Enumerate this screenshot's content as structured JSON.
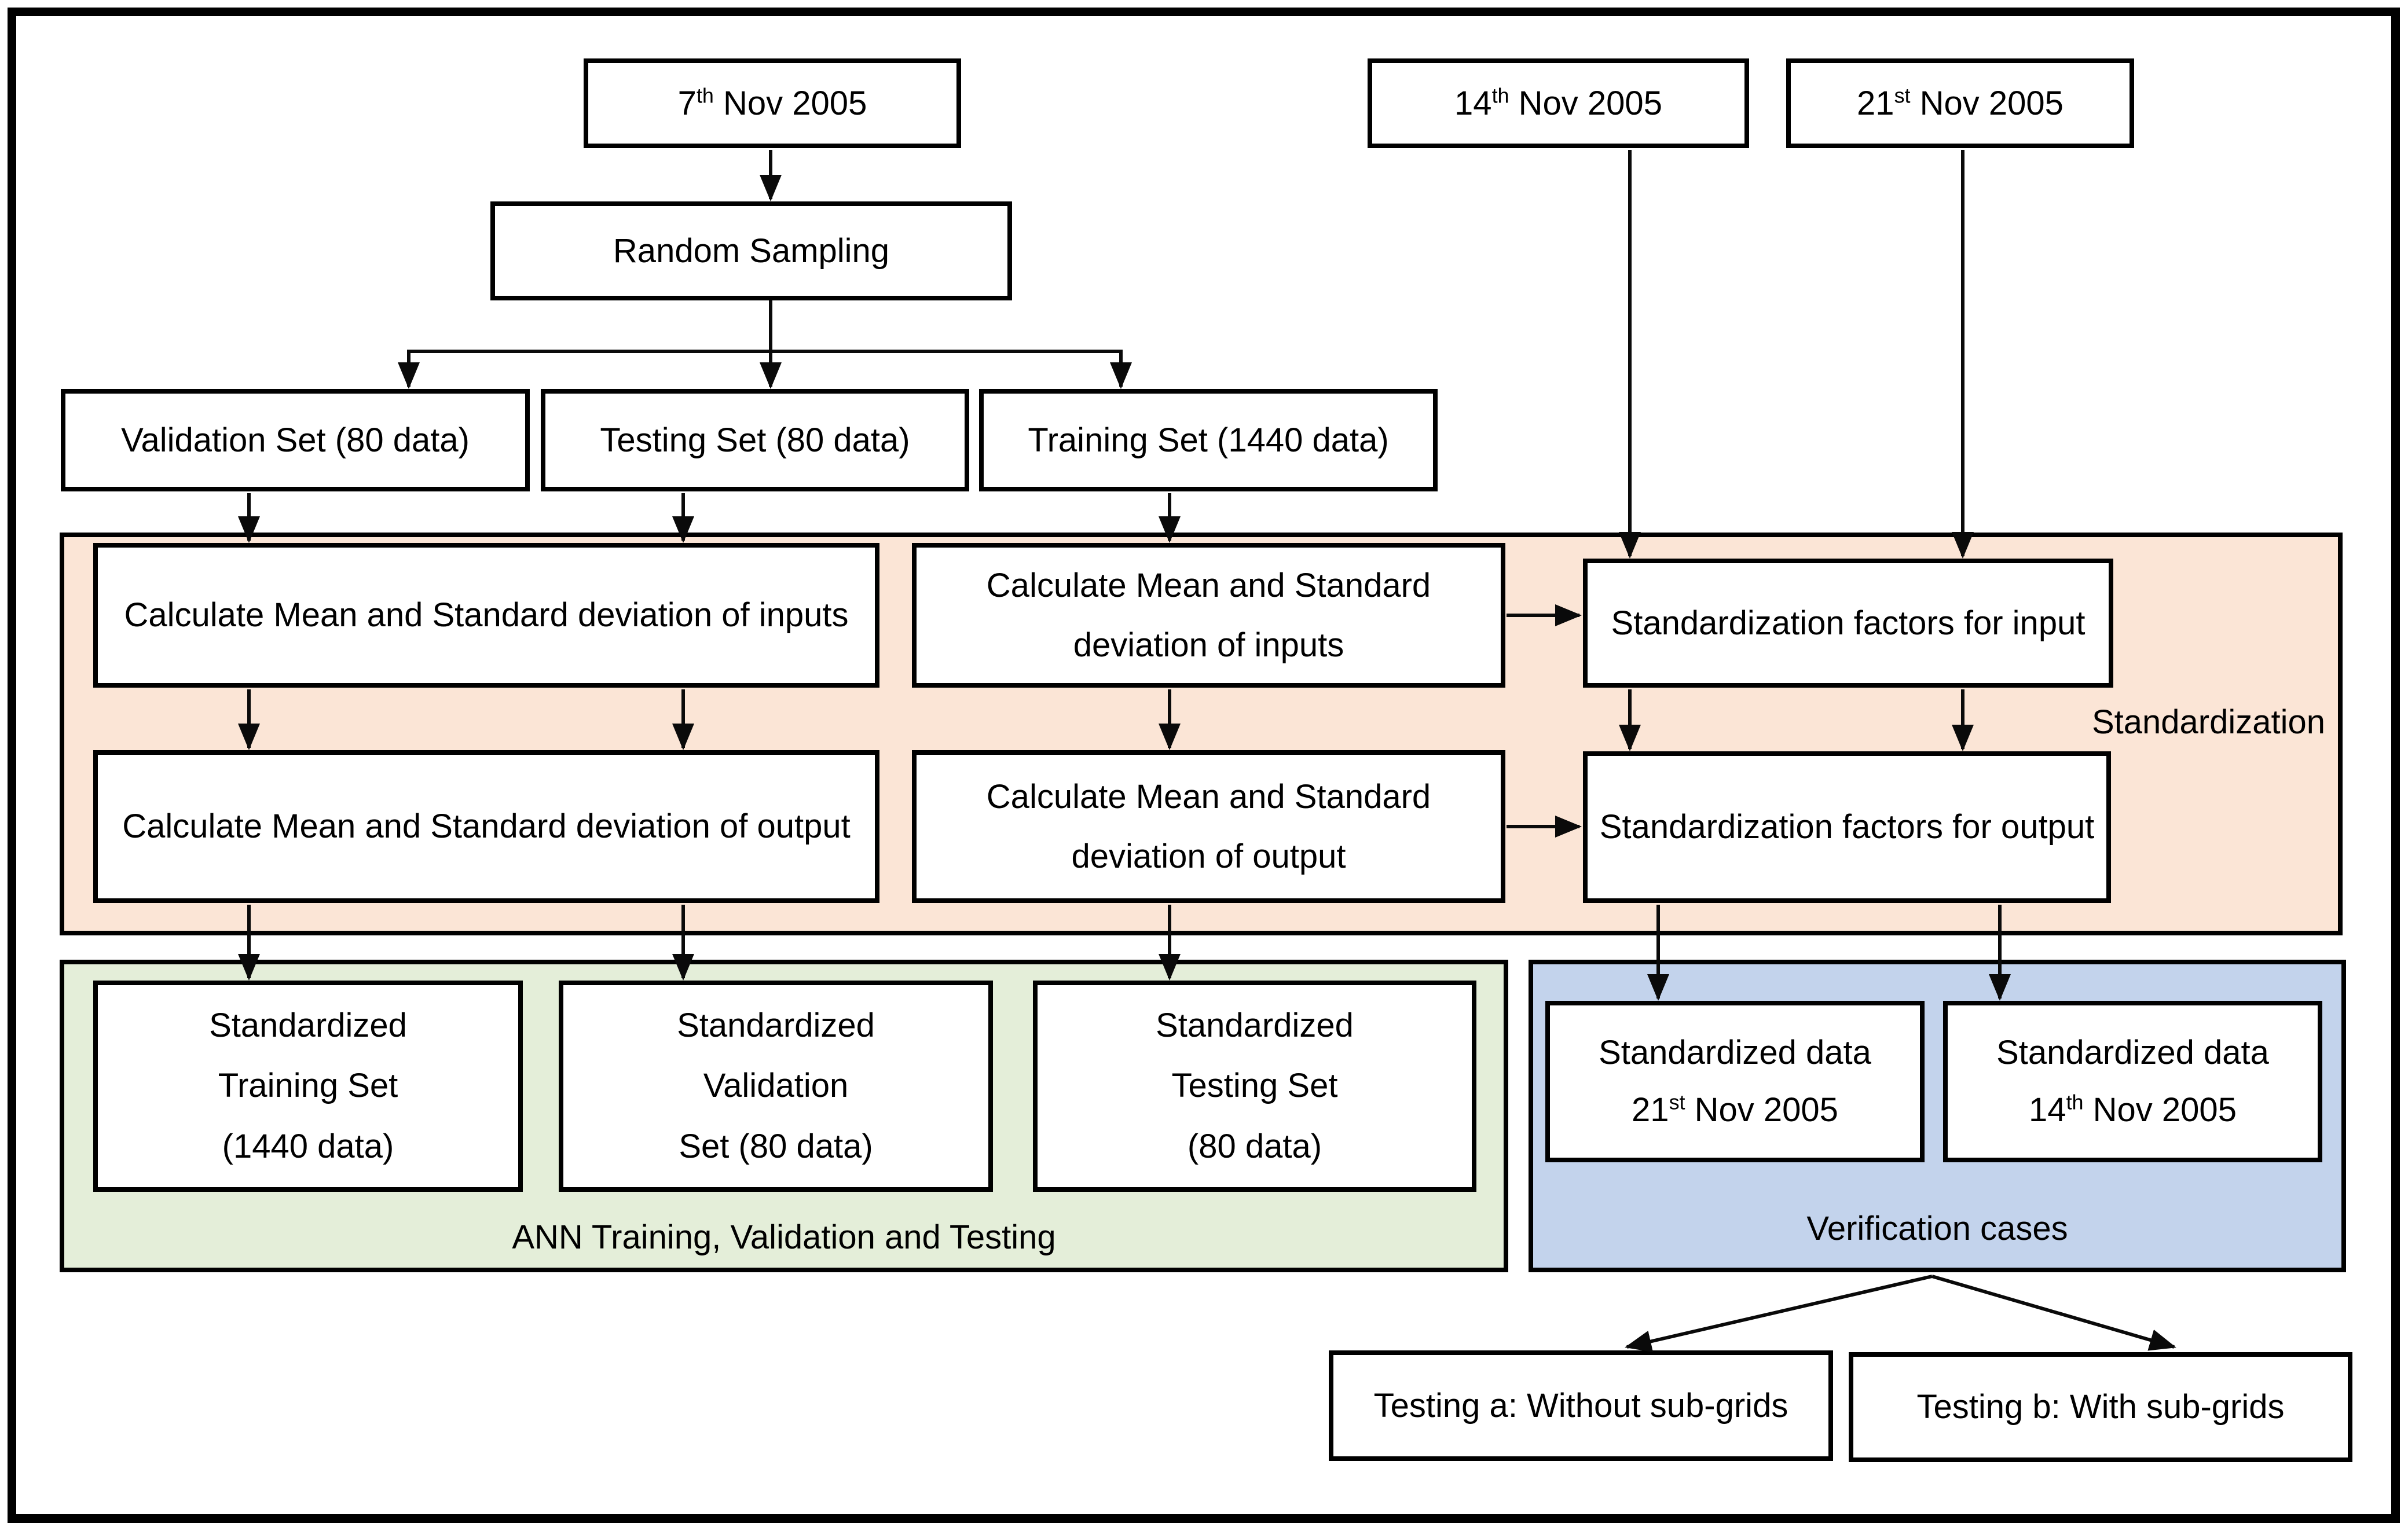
{
  "colors": {
    "peach_section": "#fbe5d6",
    "green_section": "#e4eed9",
    "blue_section": "#c3d3ec",
    "line": "#0a0a0a",
    "box_fill": "#ffffff",
    "box_border": "#000000"
  },
  "boxes": {
    "date7": {
      "num": "7",
      "sup": "th",
      "rest": " Nov 2005"
    },
    "date14": {
      "num": "14",
      "sup": "th",
      "rest": " Nov 2005"
    },
    "date21": {
      "num": "21",
      "sup": "st",
      "rest": " Nov 2005"
    },
    "random_sampling": {
      "label": "Random Sampling"
    },
    "validation_set": {
      "label": "Validation Set (80 data)"
    },
    "testing_set": {
      "label": "Testing Set (80 data)"
    },
    "training_set": {
      "label": "Training Set (1440 data)"
    },
    "calc_inputs_left": {
      "label": "Calculate Mean and Standard deviation of inputs"
    },
    "calc_output_left": {
      "label": "Calculate Mean and Standard deviation of output"
    },
    "calc_inputs_mid": {
      "label": "Calculate Mean and Standard deviation of inputs"
    },
    "calc_output_mid": {
      "label": "Calculate Mean and Standard deviation of output"
    },
    "std_factors_input": {
      "label": "Standardization factors for input"
    },
    "std_factors_output": {
      "label": "Standardization factors for output"
    },
    "std_training": {
      "line1": "Standardized",
      "line2": "Training Set",
      "line3": "(1440 data)"
    },
    "std_validation": {
      "line1": "Standardized",
      "line2": "Validation",
      "line3": "Set (80 data)"
    },
    "std_testing": {
      "line1": "Standardized",
      "line2": "Testing Set",
      "line3": "(80 data)"
    },
    "std_data_21": {
      "line1": "Standardized data",
      "num": "21",
      "sup": "st",
      "rest": " Nov 2005"
    },
    "std_data_14": {
      "line1": "Standardized data",
      "num": "14",
      "sup": "th",
      "rest": " Nov 2005"
    },
    "testing_a": {
      "label": "Testing a: Without sub-grids"
    },
    "testing_b": {
      "label": "Testing b: With sub-grids"
    }
  },
  "sections": {
    "standardization": {
      "label": "Standardization"
    },
    "ann": {
      "label": "ANN Training, Validation and Testing"
    },
    "verification": {
      "label": "Verification cases"
    }
  }
}
